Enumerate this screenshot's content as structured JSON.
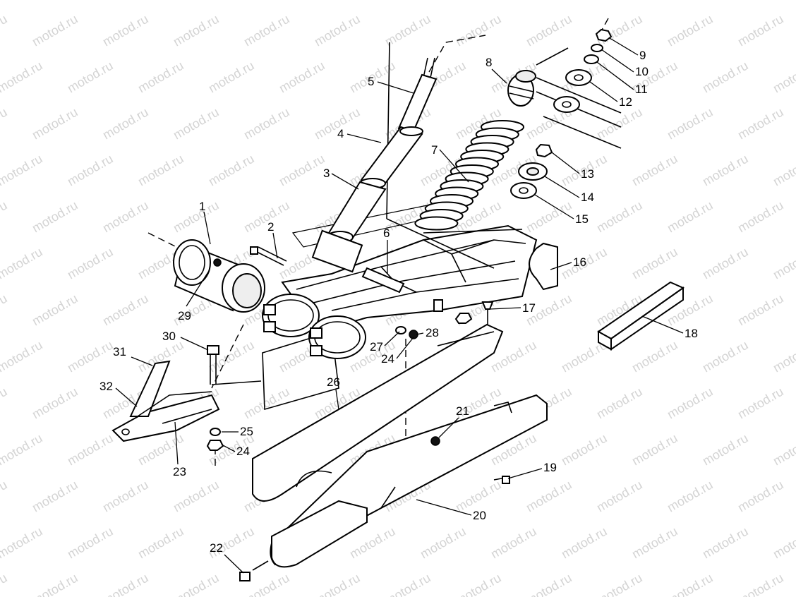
{
  "watermark": {
    "text": "motod.ru"
  },
  "callouts": [
    {
      "id": "1",
      "text": "1"
    },
    {
      "id": "2",
      "text": "2"
    },
    {
      "id": "3",
      "text": "3"
    },
    {
      "id": "4",
      "text": "4"
    },
    {
      "id": "5",
      "text": "5"
    },
    {
      "id": "6",
      "text": "6"
    },
    {
      "id": "7",
      "text": "7"
    },
    {
      "id": "8",
      "text": "8"
    },
    {
      "id": "9",
      "text": "9"
    },
    {
      "id": "10",
      "text": "10"
    },
    {
      "id": "11",
      "text": "11"
    },
    {
      "id": "12",
      "text": "12"
    },
    {
      "id": "13",
      "text": "13"
    },
    {
      "id": "14",
      "text": "14"
    },
    {
      "id": "15",
      "text": "15"
    },
    {
      "id": "16",
      "text": "16"
    },
    {
      "id": "17",
      "text": "17"
    },
    {
      "id": "18",
      "text": "18"
    },
    {
      "id": "19",
      "text": "19"
    },
    {
      "id": "20",
      "text": "20"
    },
    {
      "id": "21",
      "text": "21"
    },
    {
      "id": "22",
      "text": "22"
    },
    {
      "id": "23",
      "text": "23"
    },
    {
      "id": "24a",
      "text": "24"
    },
    {
      "id": "24b",
      "text": "24"
    },
    {
      "id": "25",
      "text": "25"
    },
    {
      "id": "26",
      "text": "26"
    },
    {
      "id": "27",
      "text": "27"
    },
    {
      "id": "28",
      "text": "28"
    },
    {
      "id": "29",
      "text": "29"
    },
    {
      "id": "30",
      "text": "30"
    },
    {
      "id": "31",
      "text": "31"
    },
    {
      "id": "32",
      "text": "32"
    }
  ]
}
